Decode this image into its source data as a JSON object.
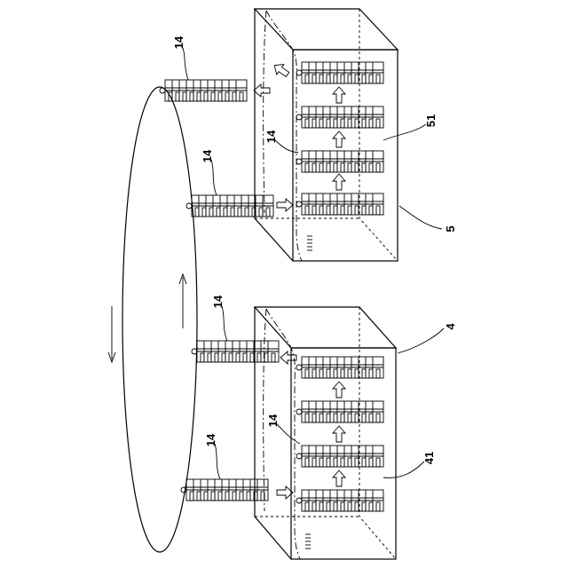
{
  "diagram": {
    "upper_apparatus": {
      "ref": "5",
      "chamber_ref": "51"
    },
    "lower_apparatus": {
      "ref": "4",
      "chamber_ref": "41"
    },
    "rack_ref": "14"
  }
}
